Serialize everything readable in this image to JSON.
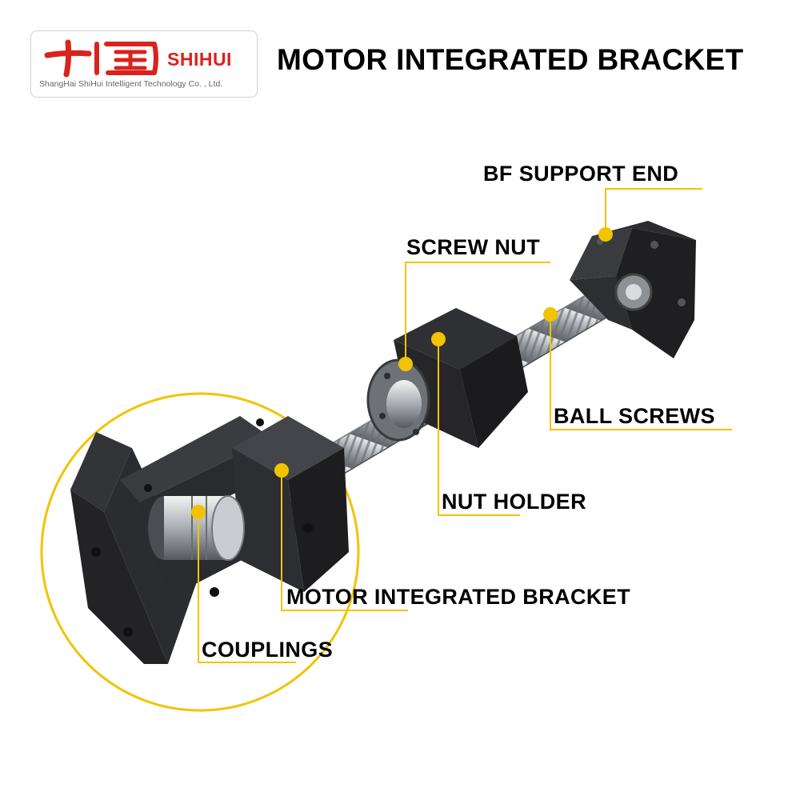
{
  "header": {
    "logo_brand": "SHIHUI",
    "logo_subtitle": "ShangHai ShiHui Intelligent Technology Co. , Ltd.",
    "title": "MOTOR INTEGRATED BRACKET"
  },
  "labels": {
    "bf_support_end": "BF SUPPORT END",
    "screw_nut": "SCREW NUT",
    "ball_screws": "BALL SCREWS",
    "nut_holder": "NUT HOLDER",
    "motor_integrated_bracket": "MOTOR INTEGRATED BRACKET",
    "couplings": "COUPLINGS"
  },
  "colors": {
    "accent": "#f2c300",
    "logo_red": "#d9231d",
    "block": "#1f1f21",
    "steel": "#b9bcc0"
  }
}
